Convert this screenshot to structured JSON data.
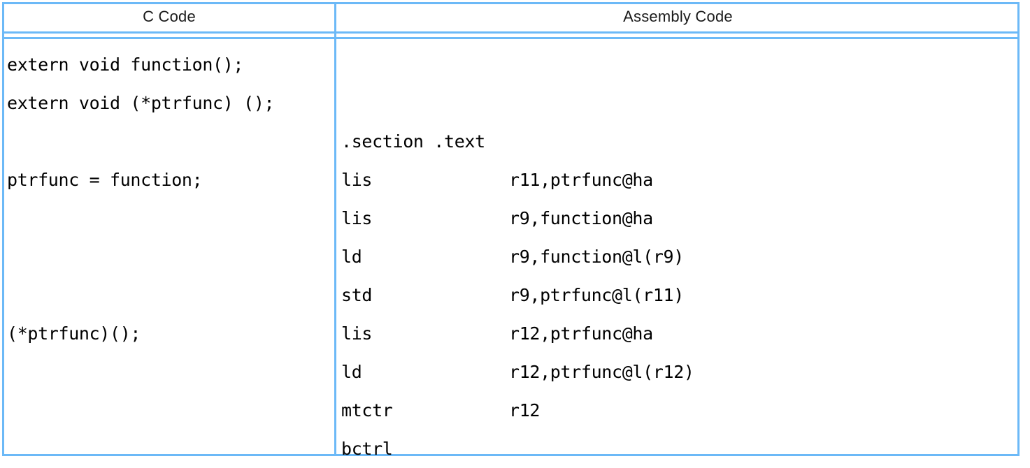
{
  "table": {
    "border_color": "#6cb9f7",
    "headers": {
      "c_code": "C Code",
      "assembly_code": "Assembly Code"
    },
    "c_code_lines": [
      "extern void function();",
      "extern void (*ptrfunc) ();",
      "",
      "ptrfunc = function;",
      "",
      "",
      "",
      "(*ptrfunc)();",
      "",
      "",
      ""
    ],
    "assembly_lines": [
      {
        "mnemonic": "",
        "operand": ""
      },
      {
        "mnemonic": "",
        "operand": ""
      },
      {
        "mnemonic": ".section .text",
        "operand": ""
      },
      {
        "mnemonic": "lis",
        "operand": "r11,ptrfunc@ha"
      },
      {
        "mnemonic": "lis",
        "operand": "r9,function@ha"
      },
      {
        "mnemonic": "ld",
        "operand": "r9,function@l(r9)"
      },
      {
        "mnemonic": "std",
        "operand": "r9,ptrfunc@l(r11)"
      },
      {
        "mnemonic": "lis",
        "operand": "r12,ptrfunc@ha"
      },
      {
        "mnemonic": "ld",
        "operand": "r12,ptrfunc@l(r12)"
      },
      {
        "mnemonic": "mtctr",
        "operand": "r12"
      },
      {
        "mnemonic": "bctrl",
        "operand": ""
      }
    ]
  }
}
